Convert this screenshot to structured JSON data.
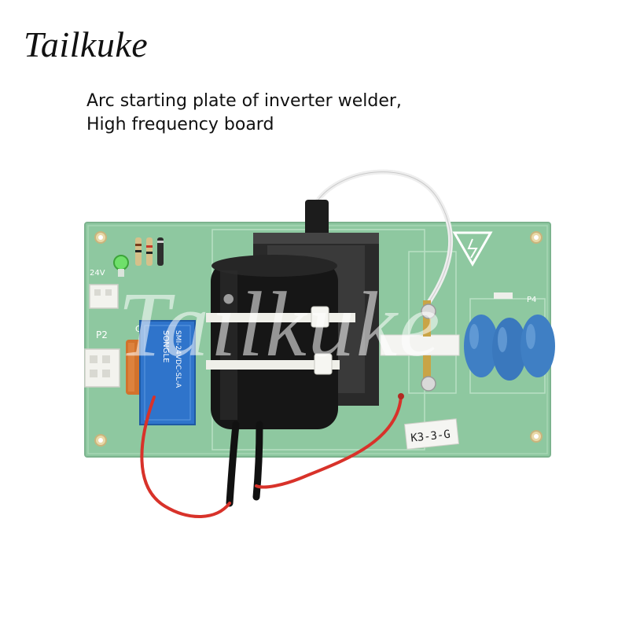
{
  "brand": {
    "name": "Tailkuke"
  },
  "description": {
    "line1": "Arc starting plate of inverter welder,",
    "line2": "High frequency board"
  },
  "board": {
    "label_model": "K3-3-G",
    "connector_label_24v": "24V",
    "connector_label_p2": "P2",
    "connector_label_c1": "C1",
    "connector_label_p4": "P4",
    "relay_text_1": "SONGLE",
    "relay_text_2": "SMI-24VDC-SL-A",
    "colors": {
      "pcb": "#8fc7a2",
      "transformer": "#1a1a1a",
      "capacitor": "#3f7fc4",
      "relay": "#2d73c9",
      "wire_red": "#d8322a",
      "wire_white": "#f2f2f2"
    }
  },
  "watermark": {
    "text": "Tailkuke"
  }
}
